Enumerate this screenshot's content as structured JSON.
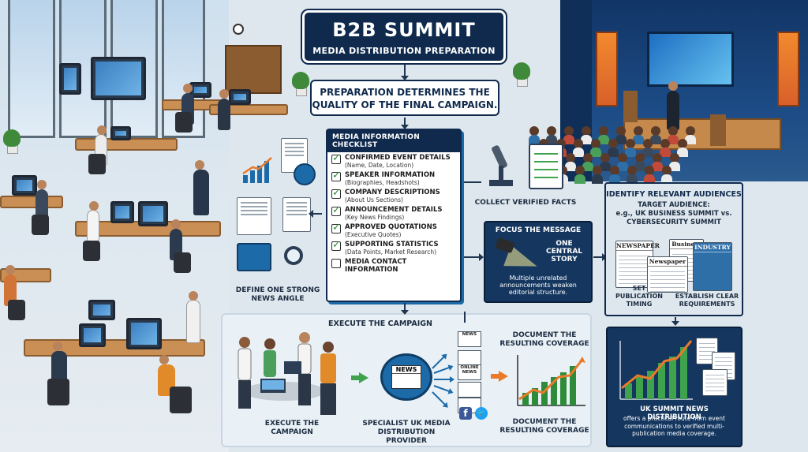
{
  "header": {
    "title": "B2B SUMMIT",
    "subtitle": "MEDIA DISTRIBUTION PREPARATION"
  },
  "lead": {
    "line1": "PREPARATION DETERMINES THE",
    "line2": "QUALITY OF THE FINAL CAMPAIGN."
  },
  "checklist": {
    "title": "MEDIA INFORMATION CHECKLIST",
    "items": [
      {
        "title": "CONFIRMED EVENT DETAILS",
        "detail": "(Name, Date, Location)",
        "checked": true
      },
      {
        "title": "SPEAKER INFORMATION",
        "detail": "(Biographies, Headshots)",
        "checked": true
      },
      {
        "title": "COMPANY DESCRIPTIONS",
        "detail": "(About Us Sections)",
        "checked": true
      },
      {
        "title": "ANNOUNCEMENT DETAILS",
        "detail": "(Key News Findings)",
        "checked": true
      },
      {
        "title": "APPROVED QUOTATIONS",
        "detail": "(Executive Quotes)",
        "checked": true
      },
      {
        "title": "SUPPORTING STATISTICS",
        "detail": "(Data Points, Market Research)",
        "checked": true
      },
      {
        "title": "MEDIA CONTACT",
        "detail": "INFORMATION",
        "checked": false
      }
    ]
  },
  "angle": {
    "line1": "DEFINE ONE STRONG",
    "line2": "NEWS ANGLE"
  },
  "facts": {
    "label": "COLLECT VERIFIED FACTS"
  },
  "focus": {
    "title": "FOCUS THE MESSAGE",
    "story_line1": "ONE",
    "story_line2": "CENTRAL",
    "story_line3": "STORY",
    "note_line1": "Multiple unrelated",
    "note_line2": "announcements weaken",
    "note_line3": "editorial structure."
  },
  "audience": {
    "title": "IDENTIFY RELEVANT AUDIENCES",
    "target": "TARGET AUDIENCE:",
    "example_line1": "e.g., UK BUSINESS SUMMIT vs.",
    "example_line2": "CYBERSECURITY SUMMIT",
    "papers": [
      "NEWSPAPER",
      "Business",
      "INDUSTRY",
      "Newspaper"
    ],
    "timing_line1": "SET PUBLICATION",
    "timing_line2": "TIMING",
    "req_line1": "ESTABLISH CLEAR",
    "req_line2": "REQUIREMENTS"
  },
  "execute": {
    "title": "EXECUTE THE CAMPAIGN",
    "team_line1": "EXECUTE THE",
    "team_line2": "CAMPAIGN",
    "provider_line1": "SPECIALIST UK MEDIA",
    "provider_line2": "DISTRIBUTION PROVIDER",
    "hub_label": "NEWS",
    "outlets": [
      "NEWS",
      "",
      "ONLINE NEWS",
      "",
      ""
    ],
    "social_fb": "f",
    "social_tw": "🐦",
    "coverage_top_line1": "DOCUMENT THE",
    "coverage_top_line2": "RESULTING COVERAGE",
    "coverage_bottom_line1": "DOCUMENT THE",
    "coverage_bottom_line2": "RESULTING COVERAGE"
  },
  "uk": {
    "title": "UK SUMMIT NEWS DISTRIBUTION",
    "body_line1": "offers a practical route from event",
    "body_line2": "communications to verified multi-",
    "body_line3": "publication media coverage."
  },
  "colors": {
    "navy": "#0f2a4d",
    "accent_blue": "#1d6aa8",
    "green": "#3fa34d",
    "orange": "#ea7a2a"
  }
}
